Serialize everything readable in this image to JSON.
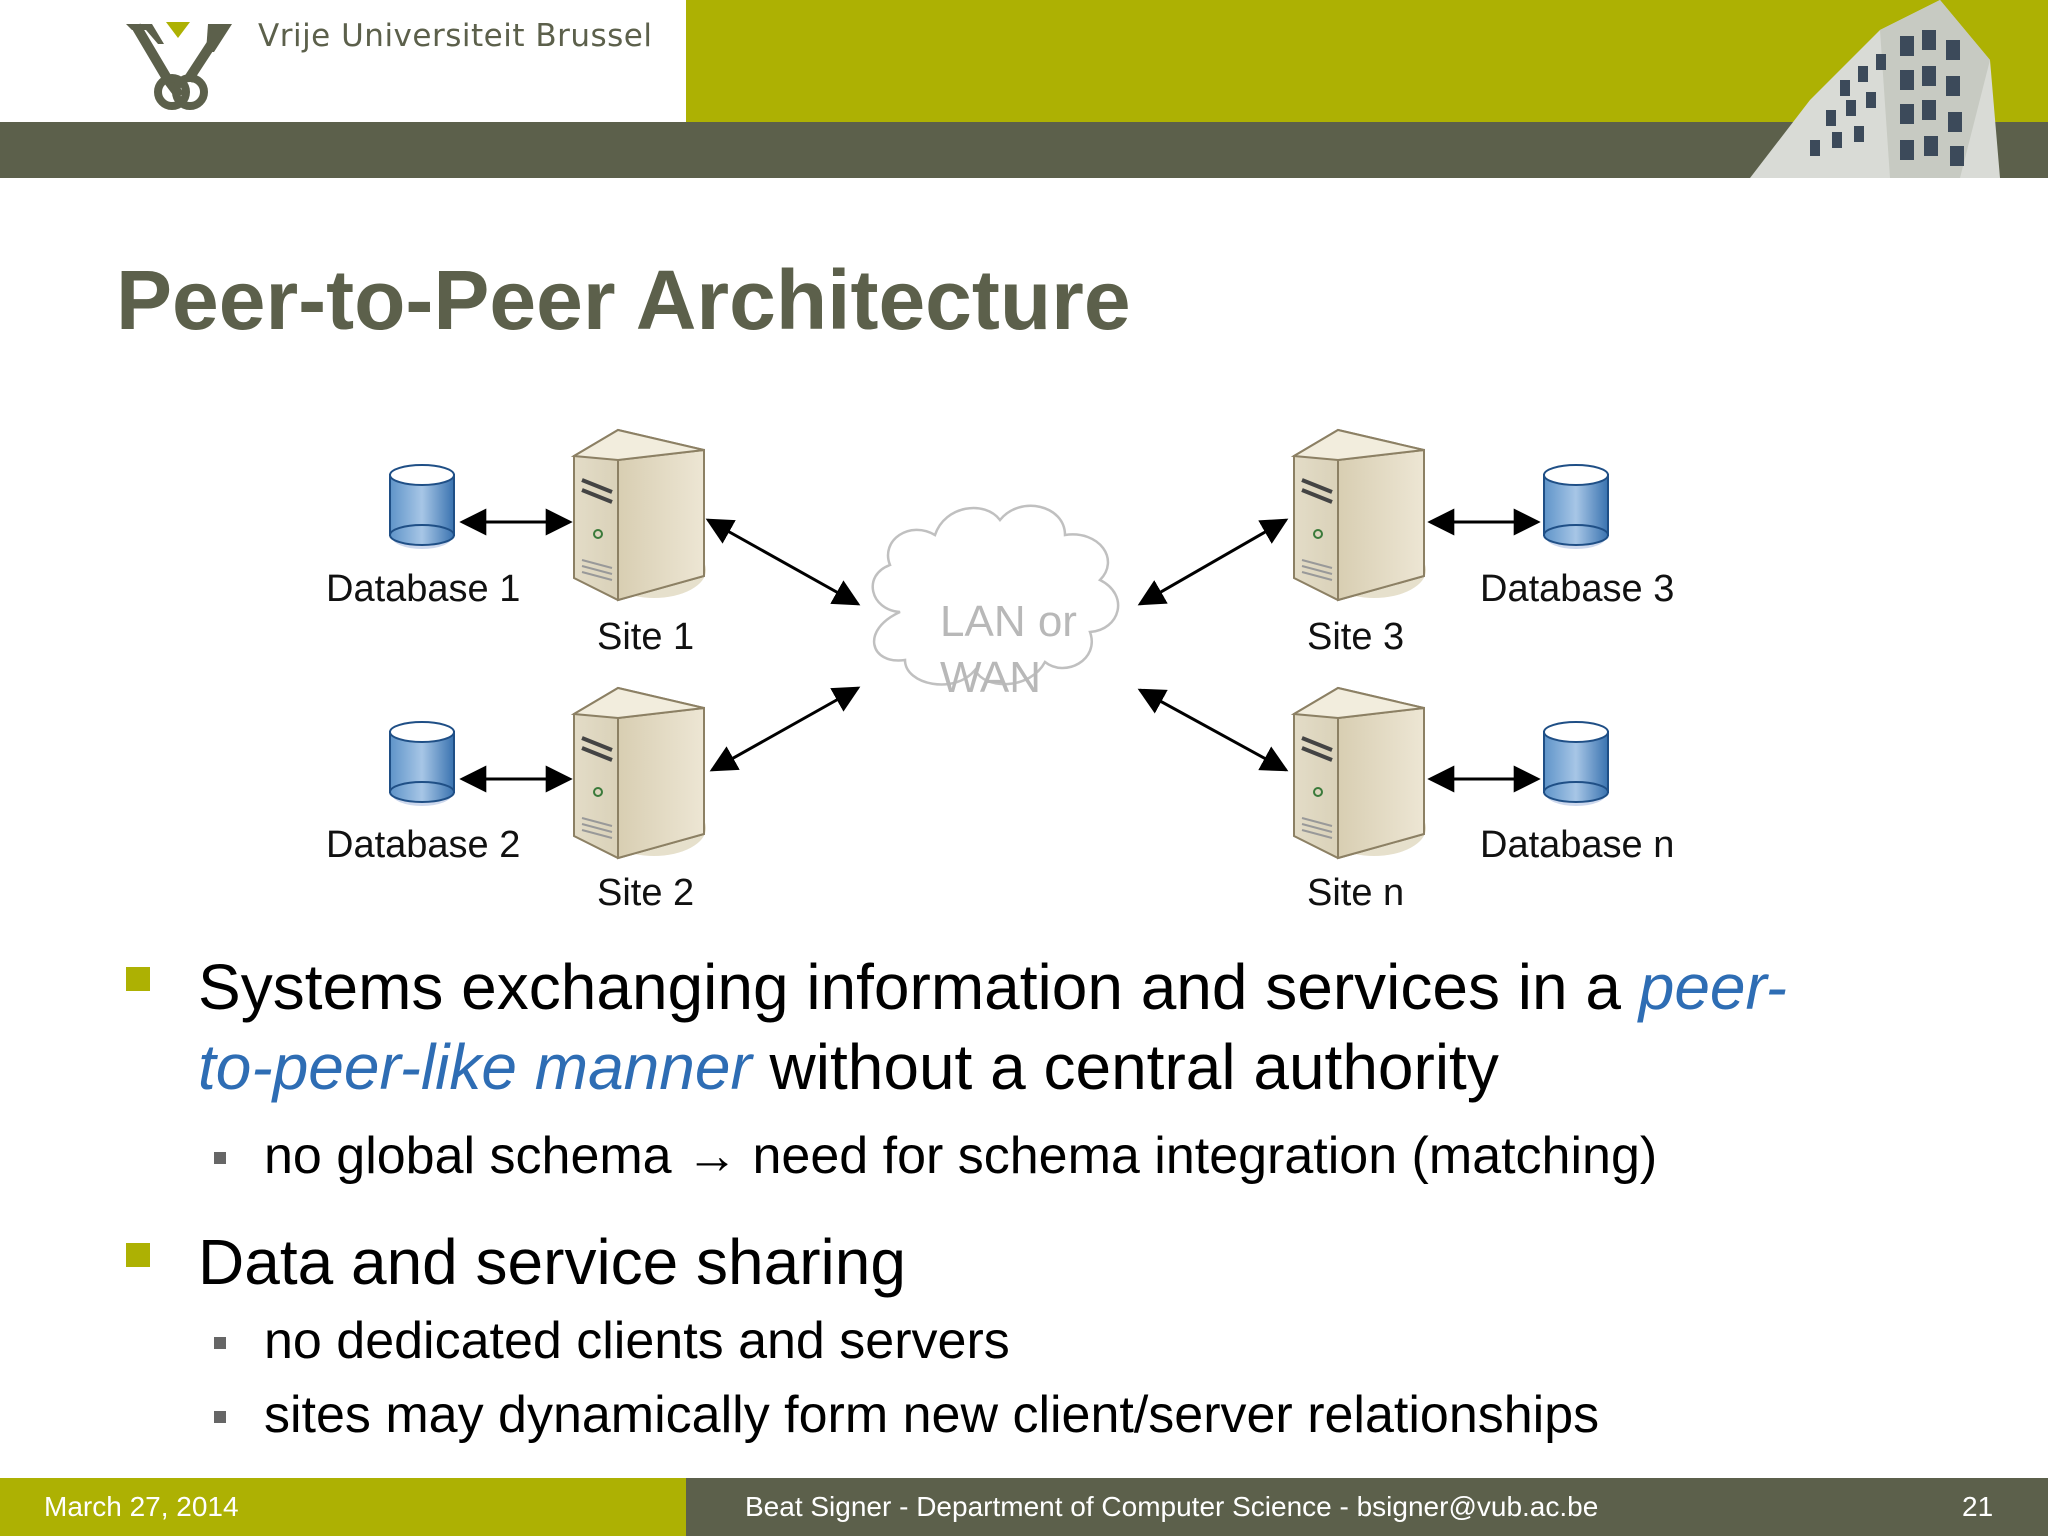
{
  "header": {
    "university": "Vrije Universiteit Brussel",
    "logo_icon": "vub-logo-icon",
    "building_icon": "building-icon"
  },
  "slide": {
    "title": "Peer-to-Peer Architecture"
  },
  "diagram": {
    "network_line1": "LAN or",
    "network_line2": "WAN",
    "sites": [
      "Site 1",
      "Site 2",
      "Site 3",
      "Site n"
    ],
    "databases": [
      "Database 1",
      "Database 2",
      "Database 3",
      "Database n"
    ]
  },
  "bullets": {
    "b1_part1": "Systems exchanging information and services in a ",
    "b1_highlight_1": "peer-",
    "b1_highlight_2": "to-peer-like manner",
    "b1_part2": " without a central authority",
    "b1_sub1_a": "no global schema ",
    "b1_sub1_arrow": "→",
    "b1_sub1_b": " need for schema integration (matching)",
    "b2": "Data and service sharing",
    "b2_sub1": "no dedicated clients and servers",
    "b2_sub2": "sites may dynamically form new client/server relationships"
  },
  "footer": {
    "date": "March 27, 2014",
    "author": "Beat Signer - Department of Computer Science - bsigner@vub.ac.be",
    "page": "21"
  },
  "colors": {
    "olive_green": "#adb103",
    "dark_olive": "#5c604b",
    "highlight_blue": "#2e6db4"
  }
}
